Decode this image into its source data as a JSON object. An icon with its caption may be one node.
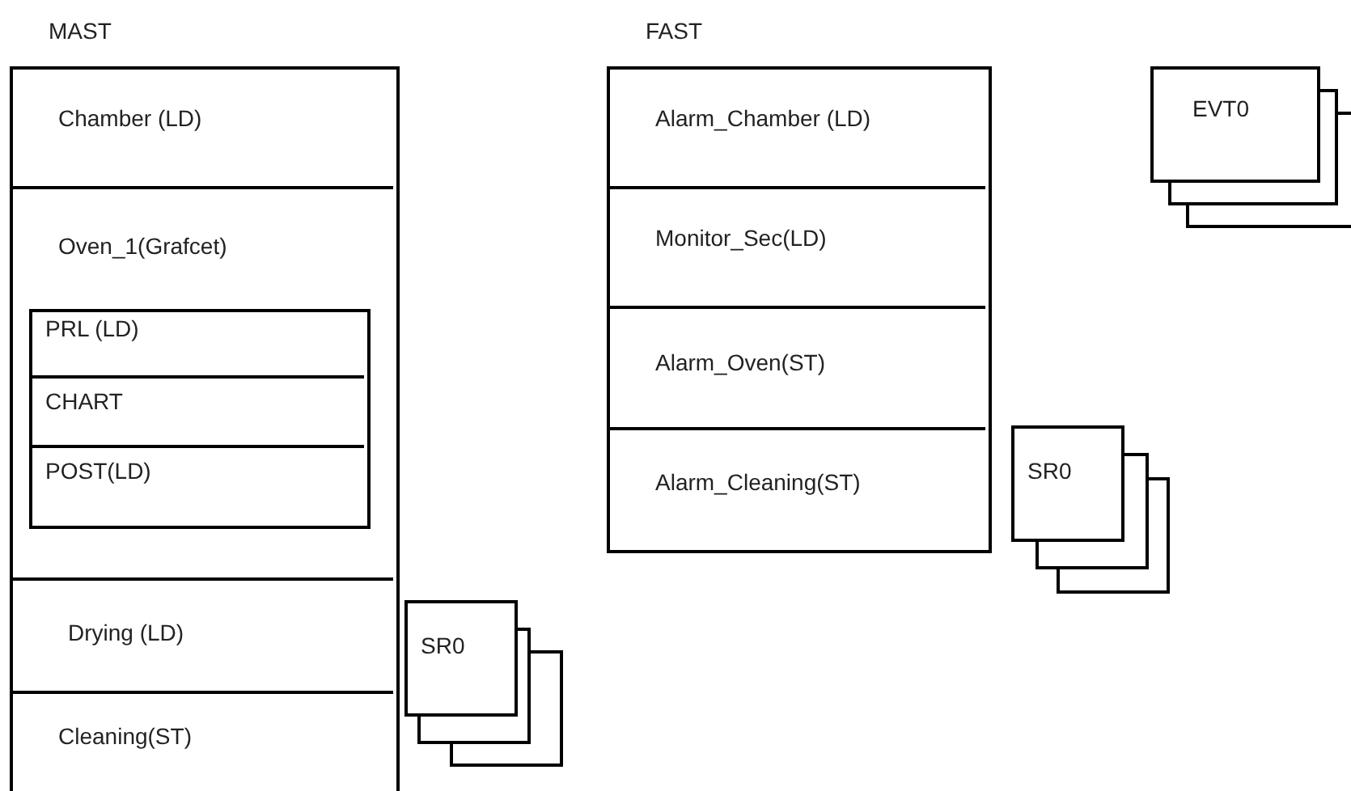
{
  "diagram": {
    "nodes": [
      {
        "text": [
          "MAST"
        ]
      },
      {
        "text": [
          "Chamber (LD)"
        ],
        "in": 0
      },
      {
        "text": [
          "Oven_1(Grafcet)"
        ],
        "in": 0
      },
      {
        "text": [],
        "shape": "box",
        "in": 2
      },
      {
        "text": [
          "PRL (LD)"
        ],
        "in": 3
      },
      {
        "text": [
          "CHART"
        ],
        "in": 3
      },
      {
        "text": [
          "POST(LD)"
        ],
        "in": 3
      },
      {
        "text": [
          "Drying (LD)"
        ],
        "in": 0
      },
      {
        "text": [
          "Cleaning(ST)"
        ],
        "in": 0
      },
      {
        "text": [
          "FAST"
        ]
      },
      {
        "text": [
          "Alarm_Chamber (LD)"
        ],
        "in": 9
      },
      {
        "text": [
          "Monitor_Sec(LD)"
        ],
        "in": 9
      },
      {
        "text": [
          "Alarm_Oven(ST)"
        ],
        "in": 9
      },
      {
        "text": [
          "Alarm_Cleaning(ST)"
        ],
        "in": 9
      },
      {
        "text": [
          "SR0"
        ]
      },
      {
        "text": [
          "SR0"
        ]
      },
      {
        "text": [
          "EVT0"
        ]
      }
    ]
  }
}
